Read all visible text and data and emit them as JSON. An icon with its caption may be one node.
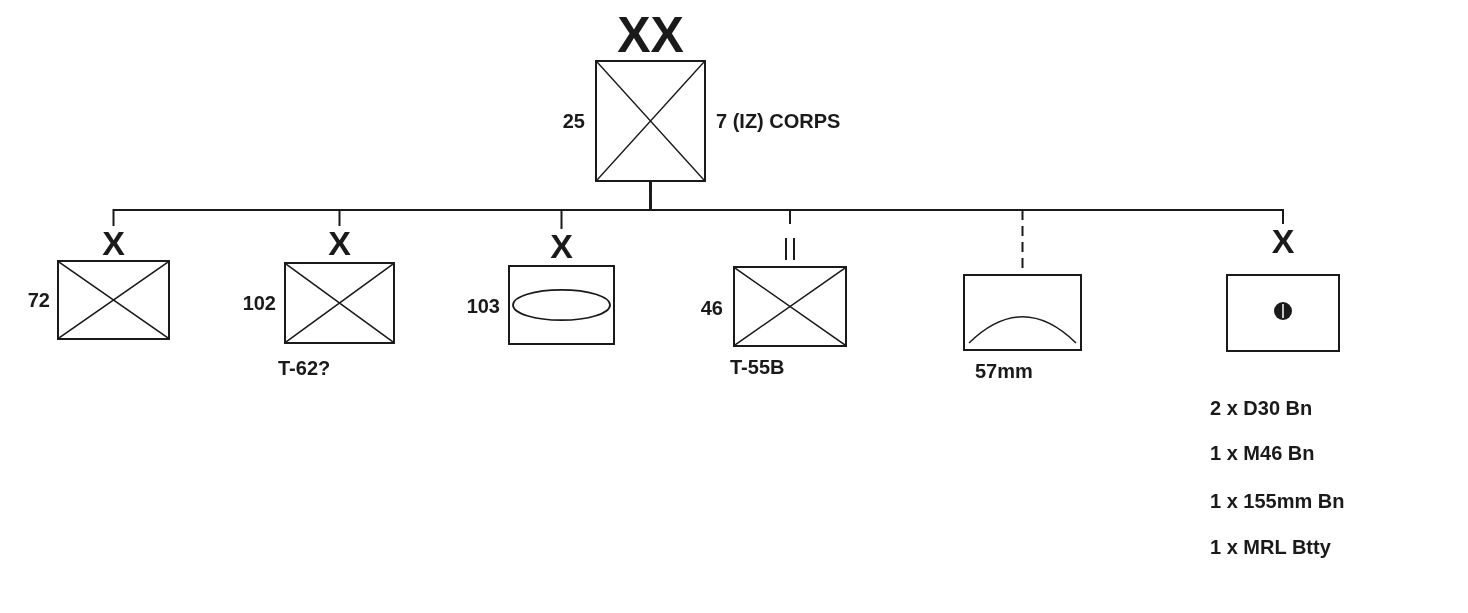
{
  "diagram": {
    "nodes": [
      {
        "text": [
          "XX"
        ],
        "beside": [
          "25",
          "7 (IZ) CORPS"
        ]
      },
      {
        "text": [
          "X"
        ],
        "beside": [
          "72"
        ]
      },
      {
        "text": [
          "X"
        ],
        "beside": [
          "102",
          "T-62?"
        ]
      },
      {
        "text": [
          "X"
        ],
        "beside": [
          "103"
        ]
      },
      {
        "text": [],
        "shape": "box",
        "beside": [
          "46",
          "T-55B"
        ]
      },
      {
        "text": [],
        "shape": "box",
        "beside": [
          "57mm"
        ]
      },
      {
        "text": [
          "X"
        ],
        "beside": [
          "2 x D30 Bn",
          "1 x M46 Bn",
          "1 x 155mm Bn",
          "1 x MRL Btty"
        ]
      }
    ],
    "edges": [
      {
        "from": 0,
        "to": 1,
        "arrow": "none"
      },
      {
        "from": 0,
        "to": 2,
        "arrow": "none"
      },
      {
        "from": 0,
        "to": 3,
        "arrow": "none"
      },
      {
        "from": 0,
        "to": 4,
        "arrow": "none"
      },
      {
        "from": 0,
        "to": 5,
        "arrow": "none",
        "style": "dashed"
      },
      {
        "from": 0,
        "to": 6,
        "arrow": "none"
      }
    ]
  }
}
